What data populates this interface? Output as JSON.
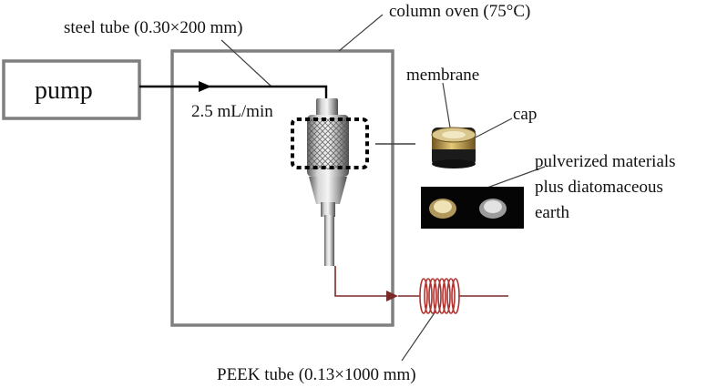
{
  "labels": {
    "pump": "pump",
    "steel_tube": "steel tube (0.30×200 mm)",
    "flow_rate": "2.5 mL/min",
    "column_oven": "column  oven (75°C)",
    "membrane": "membrane",
    "cap": "cap",
    "sample_line1": "pulverized  materials",
    "sample_line2": "plus  diatomaceous",
    "sample_line3": "earth",
    "peek_tube": "PEEK tube (0.13×1000 mm)"
  },
  "colors": {
    "box_stroke": "#7f7f7f",
    "flow_line": "#000000",
    "outlet_line": "#7b2a2a",
    "coil": "#b0322e",
    "leader": "#404040",
    "dotted_box": "#000000"
  },
  "icons": {
    "cell": "extraction-cell-photo",
    "capsule": "membrane-cap-photo",
    "caps": "sample-caps-photo",
    "coil": "peek-coil"
  }
}
